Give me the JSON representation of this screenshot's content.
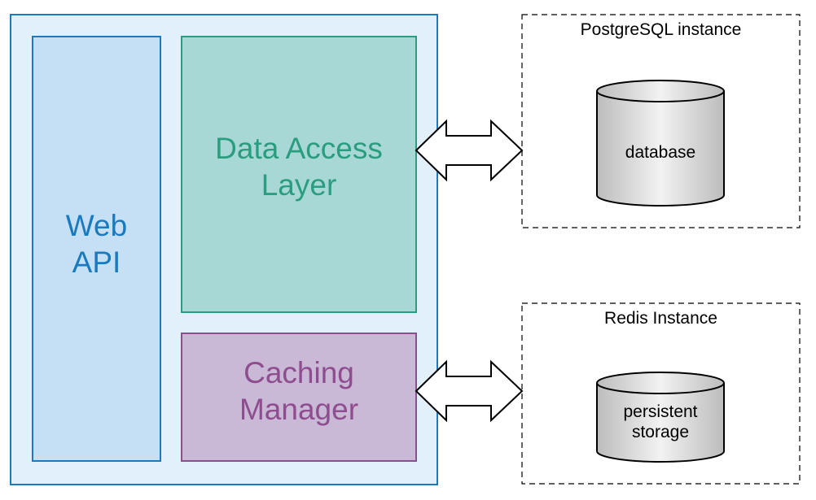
{
  "diagram": {
    "application": {
      "web_api": {
        "line1": "Web",
        "line2": "API",
        "color": "#1a7abf"
      },
      "data_access_layer": {
        "line1": "Data Access",
        "line2": "Layer",
        "color": "#2a9d7f"
      },
      "caching_manager": {
        "line1": "Caching",
        "line2": "Manager",
        "color": "#8e4d8e"
      }
    },
    "postgres": {
      "title": "PostgreSQL instance",
      "db_label": "database"
    },
    "redis": {
      "title": "Redis Instance",
      "storage_line1": "persistent",
      "storage_line2": "storage"
    },
    "colors": {
      "app_border": "#1a7abf",
      "app_fill": "#e2f0fb",
      "web_api_fill": "#c5e0f5",
      "dal_fill": "#a8d8d6",
      "cache_fill": "#c9b8d6",
      "cylinder": "#d9d9d9"
    }
  }
}
